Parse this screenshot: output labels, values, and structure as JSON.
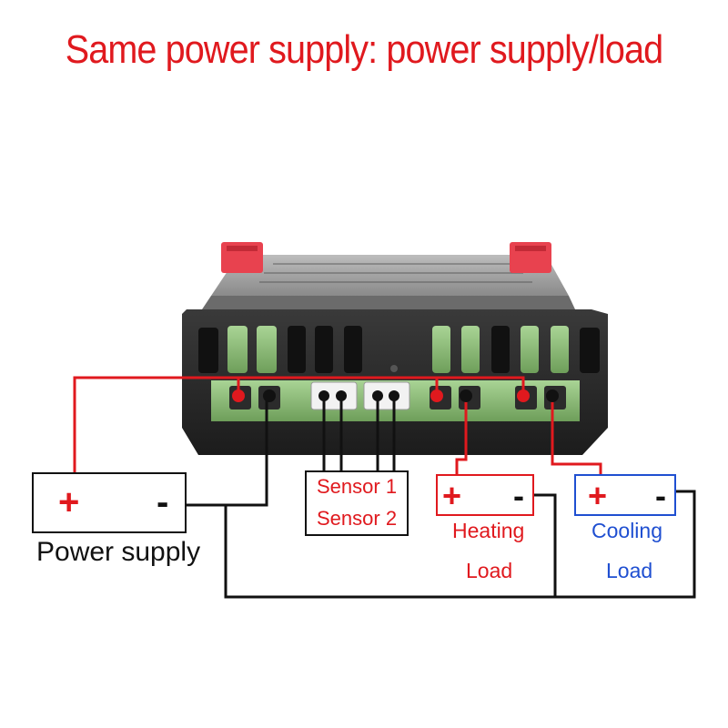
{
  "title": "Same power supply: power supply/load",
  "power_supply": {
    "label": "Power supply",
    "plus": "+",
    "minus": "-"
  },
  "sensors": {
    "sensor1": "Sensor 1",
    "sensor2": "Sensor 2"
  },
  "heating_load": {
    "line1": "Heating",
    "line2": "Load",
    "plus": "+",
    "minus": "-"
  },
  "cooling_load": {
    "line1": "Cooling",
    "line2": "Load",
    "plus": "+",
    "minus": "-"
  },
  "colors": {
    "title": "#e0191e",
    "positive_wire": "#e0191e",
    "negative_wire": "#111111",
    "heating": "#e0191e",
    "cooling": "#1f4fd1",
    "device_body": "#2a2a2a",
    "terminal_block": "#8fbf7a",
    "clip": "#e8424f"
  }
}
